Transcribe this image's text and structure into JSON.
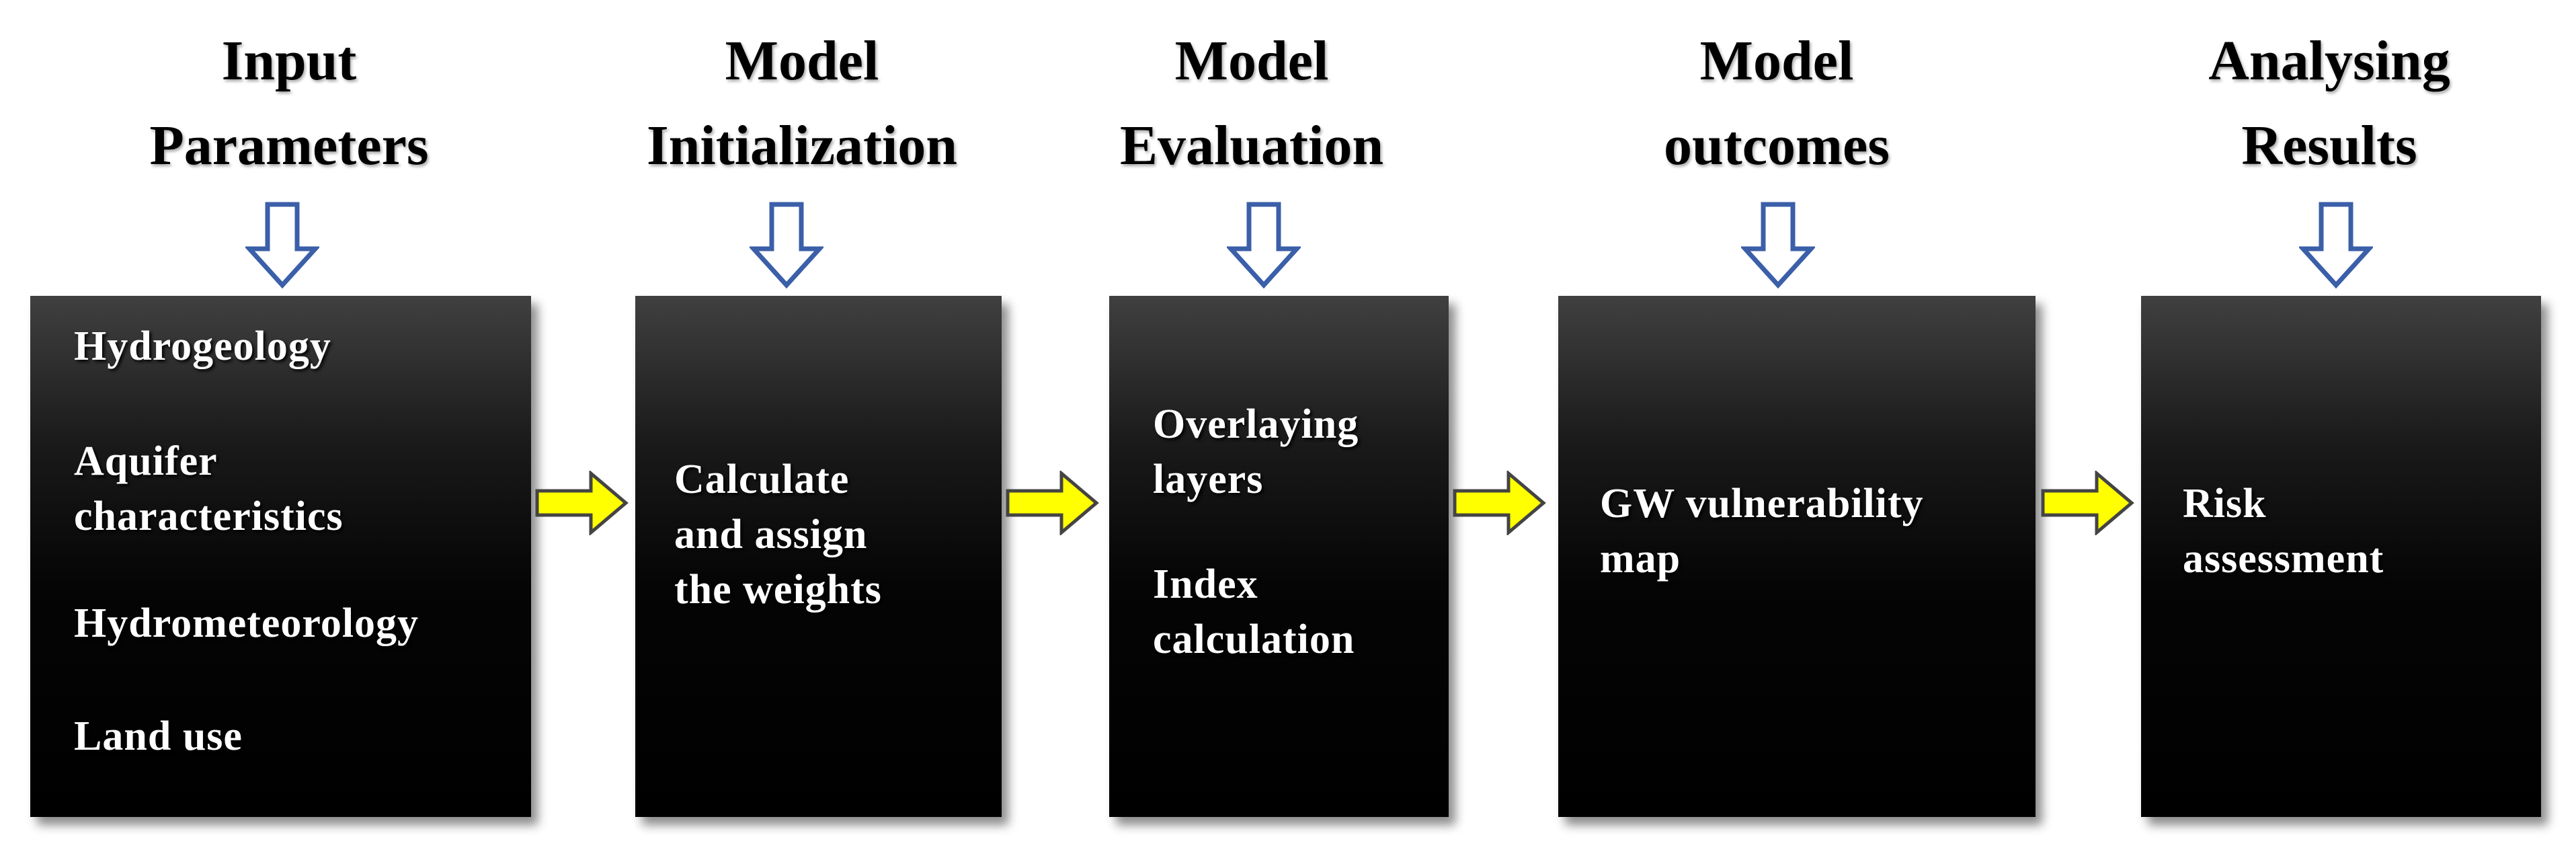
{
  "stages": [
    {
      "header": [
        "Input",
        "Parameters"
      ],
      "items": [
        "Hydrogeology",
        "Aquifer\ncharacteristics",
        "Hydrometeorology",
        "Land use"
      ]
    },
    {
      "header": [
        "Model",
        "Initialization"
      ],
      "items": [
        "Calculate\nand assign\nthe weights"
      ]
    },
    {
      "header": [
        "Model",
        "Evaluation"
      ],
      "items": [
        "Overlaying\nlayers",
        "Index\ncalculation"
      ]
    },
    {
      "header": [
        "Model",
        "outcomes"
      ],
      "items": [
        "GW vulnerability\nmap"
      ]
    },
    {
      "header": [
        "Analysing",
        "Results"
      ],
      "items": [
        "Risk\nassessment"
      ]
    }
  ],
  "colors": {
    "down_arrow_stroke": "#3b5fa8",
    "right_arrow_fill": "#ffff00",
    "right_arrow_stroke": "#444444",
    "box_fill": "#000000",
    "box_text": "#ffffff"
  },
  "icons": {
    "down_arrow": "hollow-down-arrow-icon",
    "right_arrow": "yellow-right-arrow-icon"
  }
}
